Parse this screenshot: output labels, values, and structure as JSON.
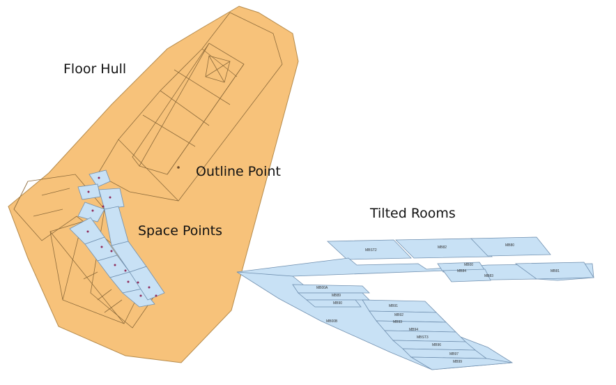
{
  "labels": {
    "floor_hull": "Floor Hull",
    "outline_point": "Outline Point",
    "space_points": "Space Points",
    "tilted_rooms": "Tilted Rooms"
  },
  "room_labels": [
    "MBST2",
    "MB82",
    "MB80",
    "MB00",
    "MB84",
    "MB81",
    "MB83",
    "MB00A",
    "MB89",
    "MB90",
    "MB91",
    "MB92",
    "MB93",
    "MB94",
    "MB00B",
    "MBST3",
    "MB96",
    "MB97",
    "MB99"
  ],
  "colors": {
    "hull_fill": "#F7C27A",
    "hull_stroke": "#B58A4A",
    "plan_line": "#8C6A3A",
    "room_fill": "#C8E1F5",
    "room_stroke": "#6F8FAF",
    "space_point": "#8E2A5A"
  }
}
